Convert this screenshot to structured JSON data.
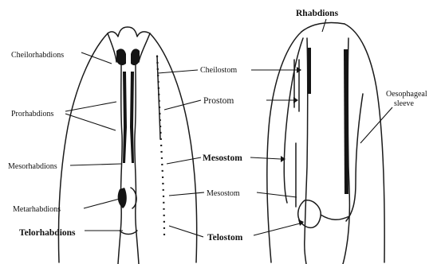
{
  "labels": {
    "cheilorhabdions": "Cheilorhabdions",
    "prorhabdions": "Prorhabdions",
    "mesorhabdions": "Mesorhabdions",
    "metarhabdions": "Metarhabdions",
    "telorhabdions": "Telorhabdions",
    "cheilostom": "Cheilostom",
    "prostom": "Prostom",
    "mesostom_1": "Mesostom",
    "mesostom_2": "Mesostom",
    "telostom": "Telostom",
    "rhabdions": "Rhabdions",
    "oesophageal_sleeve_line1": "Oesophageal",
    "oesophageal_sleeve_line2": "sleeve"
  }
}
